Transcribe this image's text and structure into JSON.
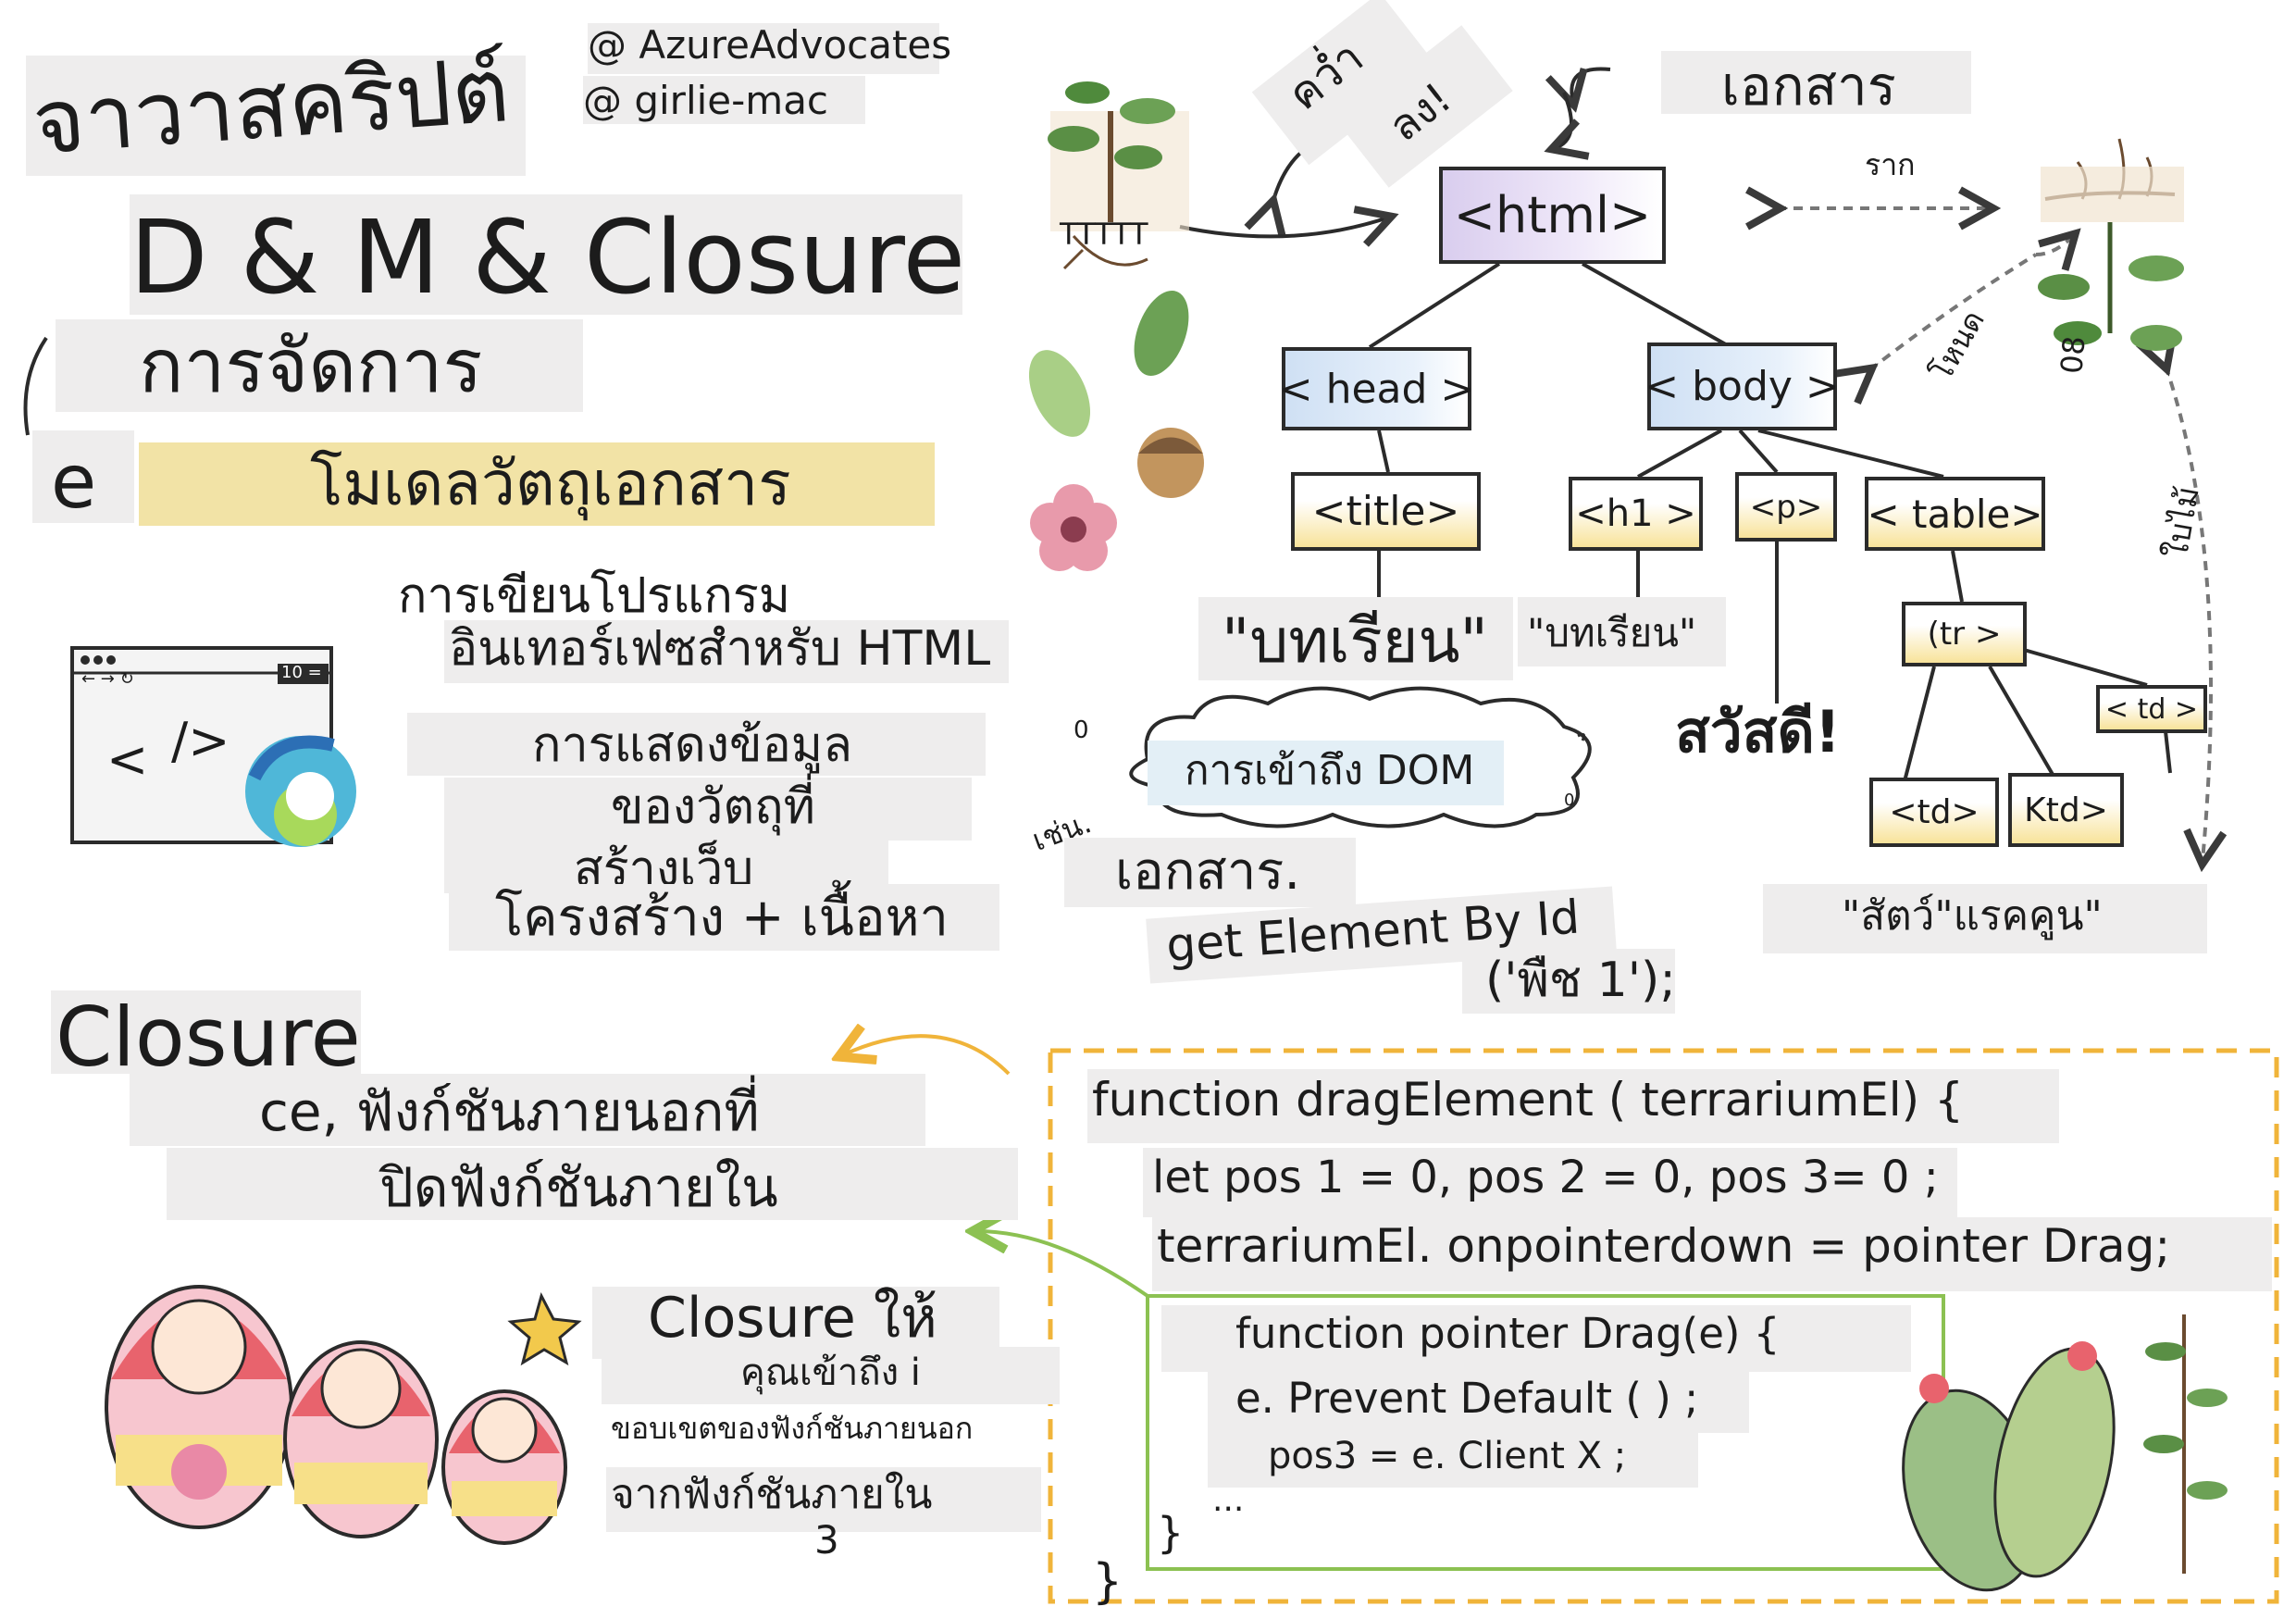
{
  "header": {
    "title_main": "จาวาสคริปต์",
    "title_sub": "D & M & Closure",
    "handle_1": "@ AzureAdvocates",
    "handle_2": "@ girlie-mac"
  },
  "dom_section": {
    "manage_label": "การจัดการ",
    "e_label": "e",
    "dom_title": "โมเดลวัตถุเอกสาร",
    "desc_1a": "การเขียนโปรแกรม",
    "desc_1b": "อินเทอร์เฟซสำหรับ HTML",
    "desc_2a": "การแสดงข้อมูล",
    "desc_2b": "ของวัตถุที่",
    "desc_2c": "สร้างเว็บ",
    "desc_3": "โครงสร้าง + เนื้อหา",
    "browser_bar_text": "10 =",
    "browser_nav": "← → ↻",
    "code_glyph_1": "<",
    "code_glyph_2": "/>"
  },
  "tree": {
    "document_label": "เอกสาร",
    "flip_1": "คว่ำ",
    "flip_2": "ลง!",
    "plant_label": "TTTTT",
    "root_label": "ราก",
    "node_label": "โหนด",
    "leaf_label": "ใบไม้",
    "eight_label": "08",
    "html_tag": "<html>",
    "head_tag": "< head >",
    "body_tag": "< body >",
    "title_tag": "<title>",
    "h1_tag": "<h1 >",
    "p_tag": "<p>",
    "table_tag": "< table>",
    "tr_tag": "(tr >",
    "td_tag_1": "< td >",
    "td_tag_2": "<td>",
    "td_tag_3": "Ktd>",
    "title_text": "\"บทเรียน\"",
    "h1_text": "\"บทเรียน\"",
    "p_text": "สวัสดี!",
    "td_text": "\"สัตว์\"แรคคูน\""
  },
  "access": {
    "cloud_text": "การเข้าถึง DOM",
    "eg": "เช่น.",
    "zero_1": "0",
    "zero_2": "0",
    "line_1": "เอกสาร.",
    "line_2": "get Element By Id",
    "line_3": "('พืช 1');"
  },
  "closure_section": {
    "title": "Closure",
    "def_1": "ce, ฟังก์ชันภายนอกที่",
    "def_2": "ปิดฟังก์ชันภายใน",
    "gives_1": "Closure ให้",
    "gives_2": "คุณเข้าถึง i",
    "gives_3": "ขอบเขตของฟังก์ชันภายนอก",
    "gives_4": "จากฟังก์ชันภายใน",
    "gives_5": "3"
  },
  "code_block": {
    "line_1": "function dragElement ( terrariumEl) {",
    "line_2": "let pos 1 = 0, pos 2 = 0, pos 3= 0 ;",
    "line_3": "terrariumEl. onpointerdown = pointer Drag;",
    "inner_1": "function pointer Drag(e) {",
    "inner_2": "e. Prevent Default ( ) ;",
    "inner_3": "pos3 = e. Client X ;",
    "inner_dots": "...",
    "inner_close": "}",
    "outer_close": "}"
  },
  "colors": {
    "ink": "#1c1c1c",
    "html_node": "#d9cdee",
    "head_body_node": "#cfe0f4",
    "leaf_node": "#f8e39a",
    "highlight": "#f2e3a6",
    "dashed_border": "#f0b43a",
    "inner_border": "#8cc152",
    "paper_patch": "#eeeded"
  }
}
